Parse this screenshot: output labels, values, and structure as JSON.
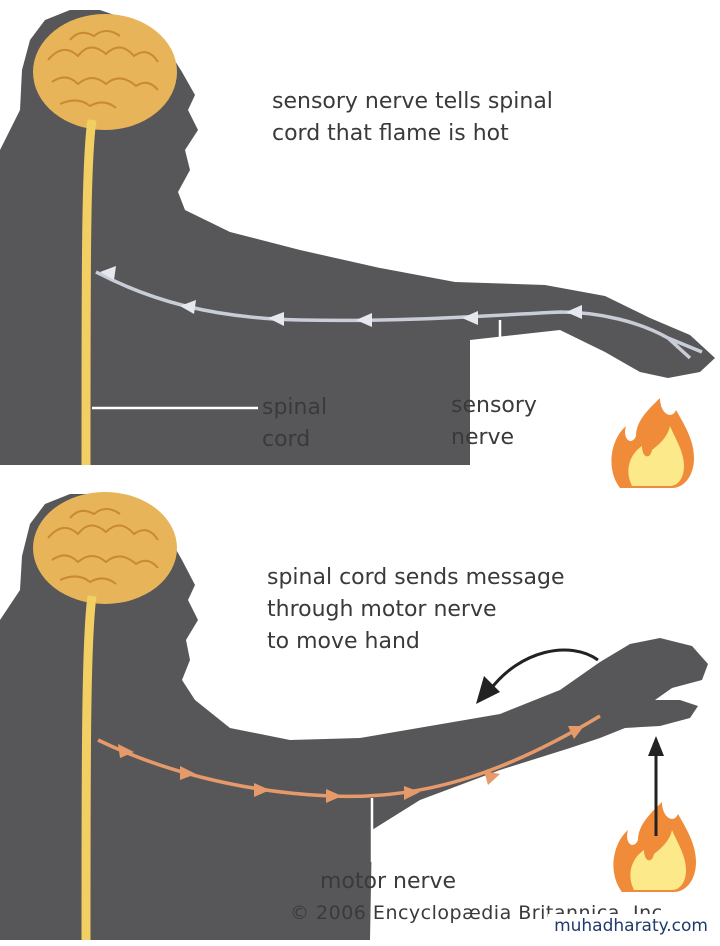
{
  "top_panel": {
    "caption": "sensory nerve tells spinal\ncord that flame is hot",
    "spinal_cord_label": "spinal\ncord",
    "sensory_nerve_label": "sensory\nnerve"
  },
  "bottom_panel": {
    "caption": "spinal cord sends message\nthrough motor nerve\nto move hand",
    "motor_nerve_label": "motor nerve"
  },
  "copyright": "© 2006 Encyclopædia Britannica, Inc.",
  "watermark": "muhadharaty.com",
  "colors": {
    "silhouette": "#57575a",
    "brain": "#e8b45a",
    "spinal_cord": "#f2cf63",
    "sensory_nerve": "#c9cdd8",
    "motor_nerve": "#e69a6a",
    "flame_outer": "#f08b3a",
    "flame_inner": "#fbe98a"
  }
}
